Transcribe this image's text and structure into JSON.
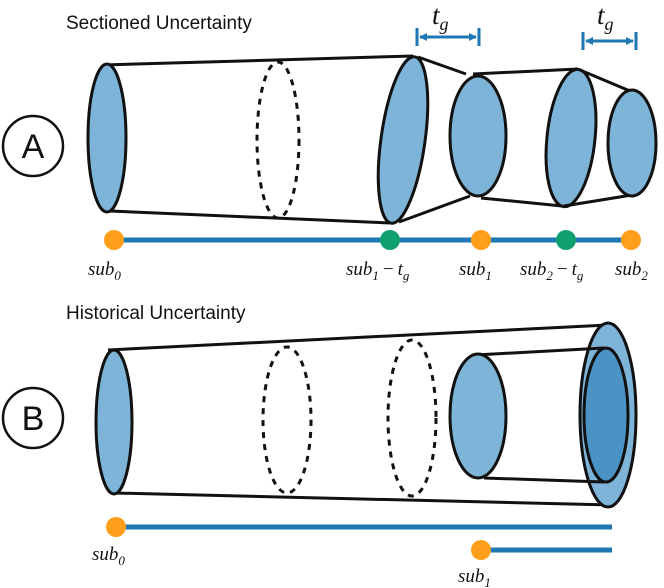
{
  "panel_a": {
    "title": "Sectioned Uncertainty",
    "badge": "A",
    "gap_label": {
      "base": "t",
      "sub": "g"
    },
    "markers": [
      {
        "base": "sub",
        "sub": "0",
        "suffix": ""
      },
      {
        "base": "sub",
        "sub": "1",
        "suffix": "t",
        "suffix_sub": "g"
      },
      {
        "base": "sub",
        "sub": "1",
        "suffix": ""
      },
      {
        "base": "sub",
        "sub": "2",
        "suffix": "t",
        "suffix_sub": "g"
      },
      {
        "base": "sub",
        "sub": "2",
        "suffix": ""
      }
    ]
  },
  "panel_b": {
    "title": "Historical Uncertainty",
    "badge": "B",
    "markers": [
      {
        "base": "sub",
        "sub": "0"
      },
      {
        "base": "sub",
        "sub": "1"
      }
    ]
  },
  "colors": {
    "ellipse_fill": "#7db4d8",
    "ellipse_dark": "#4a93c4",
    "timeline": "#1f77b4",
    "orange_marker": "#ff9e1b",
    "green_marker": "#10a070",
    "outline": "#111111"
  }
}
